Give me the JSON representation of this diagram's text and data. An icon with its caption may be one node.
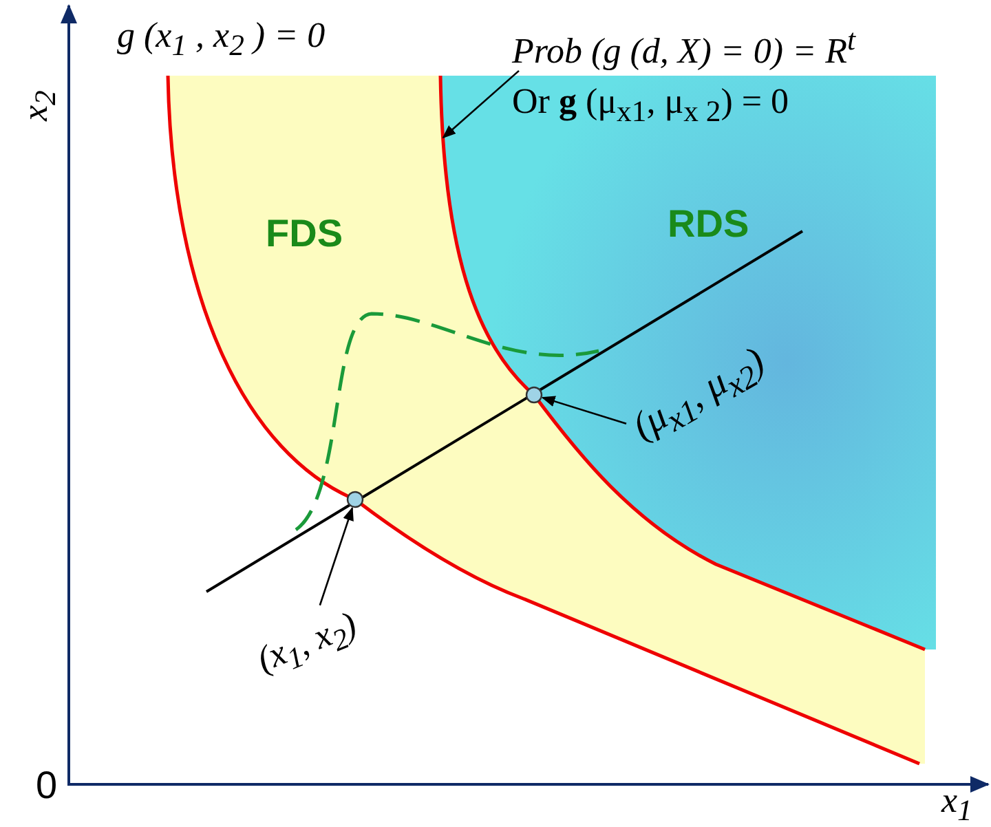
{
  "diagram": {
    "nodes": [
      {
        "text": [
          "Prob (g (d, X) = 0) = R$^{t}$",
          "Or **g** (μ$_{x1}$, μ$_{x 2}$) = 0"
        ]
      },
      {
        "text": [
          "(μ$_{x1}$, μ$_{x2}$)"
        ]
      },
      {
        "text": [],
        "shape": "circle"
      },
      {
        "text": [
          "(x$_{1}$, x$_{2}$)"
        ]
      },
      {
        "text": [],
        "shape": "circle"
      }
    ],
    "edges": [
      {
        "from": 0,
        "to": null,
        "arrow": "to"
      },
      {
        "from": 1,
        "to": 2,
        "arrow": "to"
      },
      {
        "from": 3,
        "to": 4,
        "arrow": "to"
      }
    ],
    "labels": [
      "g (x$_{1}$ , x$_{2}$ ) = 0",
      "x$_{2}$",
      "FDS",
      "RDS",
      "0",
      "x$_{1}$"
    ]
  }
}
